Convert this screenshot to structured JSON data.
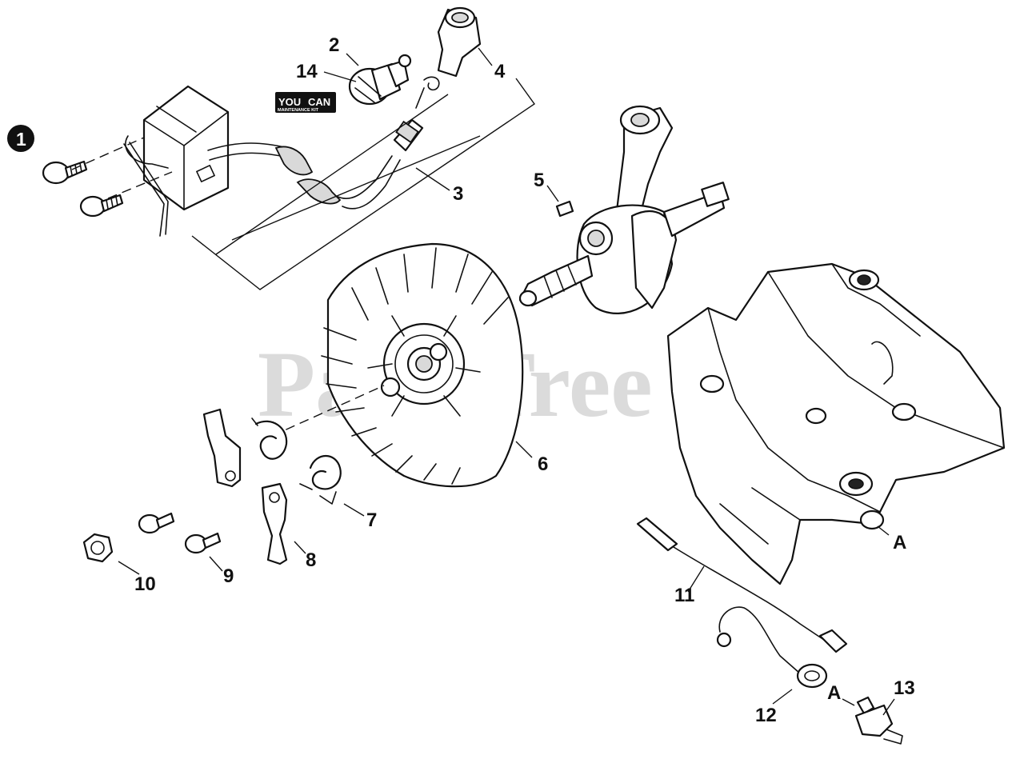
{
  "watermark": {
    "text": "PartsTree",
    "trademark": "™"
  },
  "badge": {
    "line1": "YOU",
    "line2": "CAN",
    "line3": "MAINTENANCE KIT"
  },
  "marker_1": "1",
  "callouts": {
    "p2": "2",
    "p3": "3",
    "p4": "4",
    "p5": "5",
    "p6": "6",
    "p7": "7",
    "p8": "8",
    "p9": "9",
    "p10": "10",
    "p11": "11",
    "p12": "12",
    "p13": "13",
    "p14": "14",
    "a_upper": "A",
    "a_lower": "A"
  }
}
